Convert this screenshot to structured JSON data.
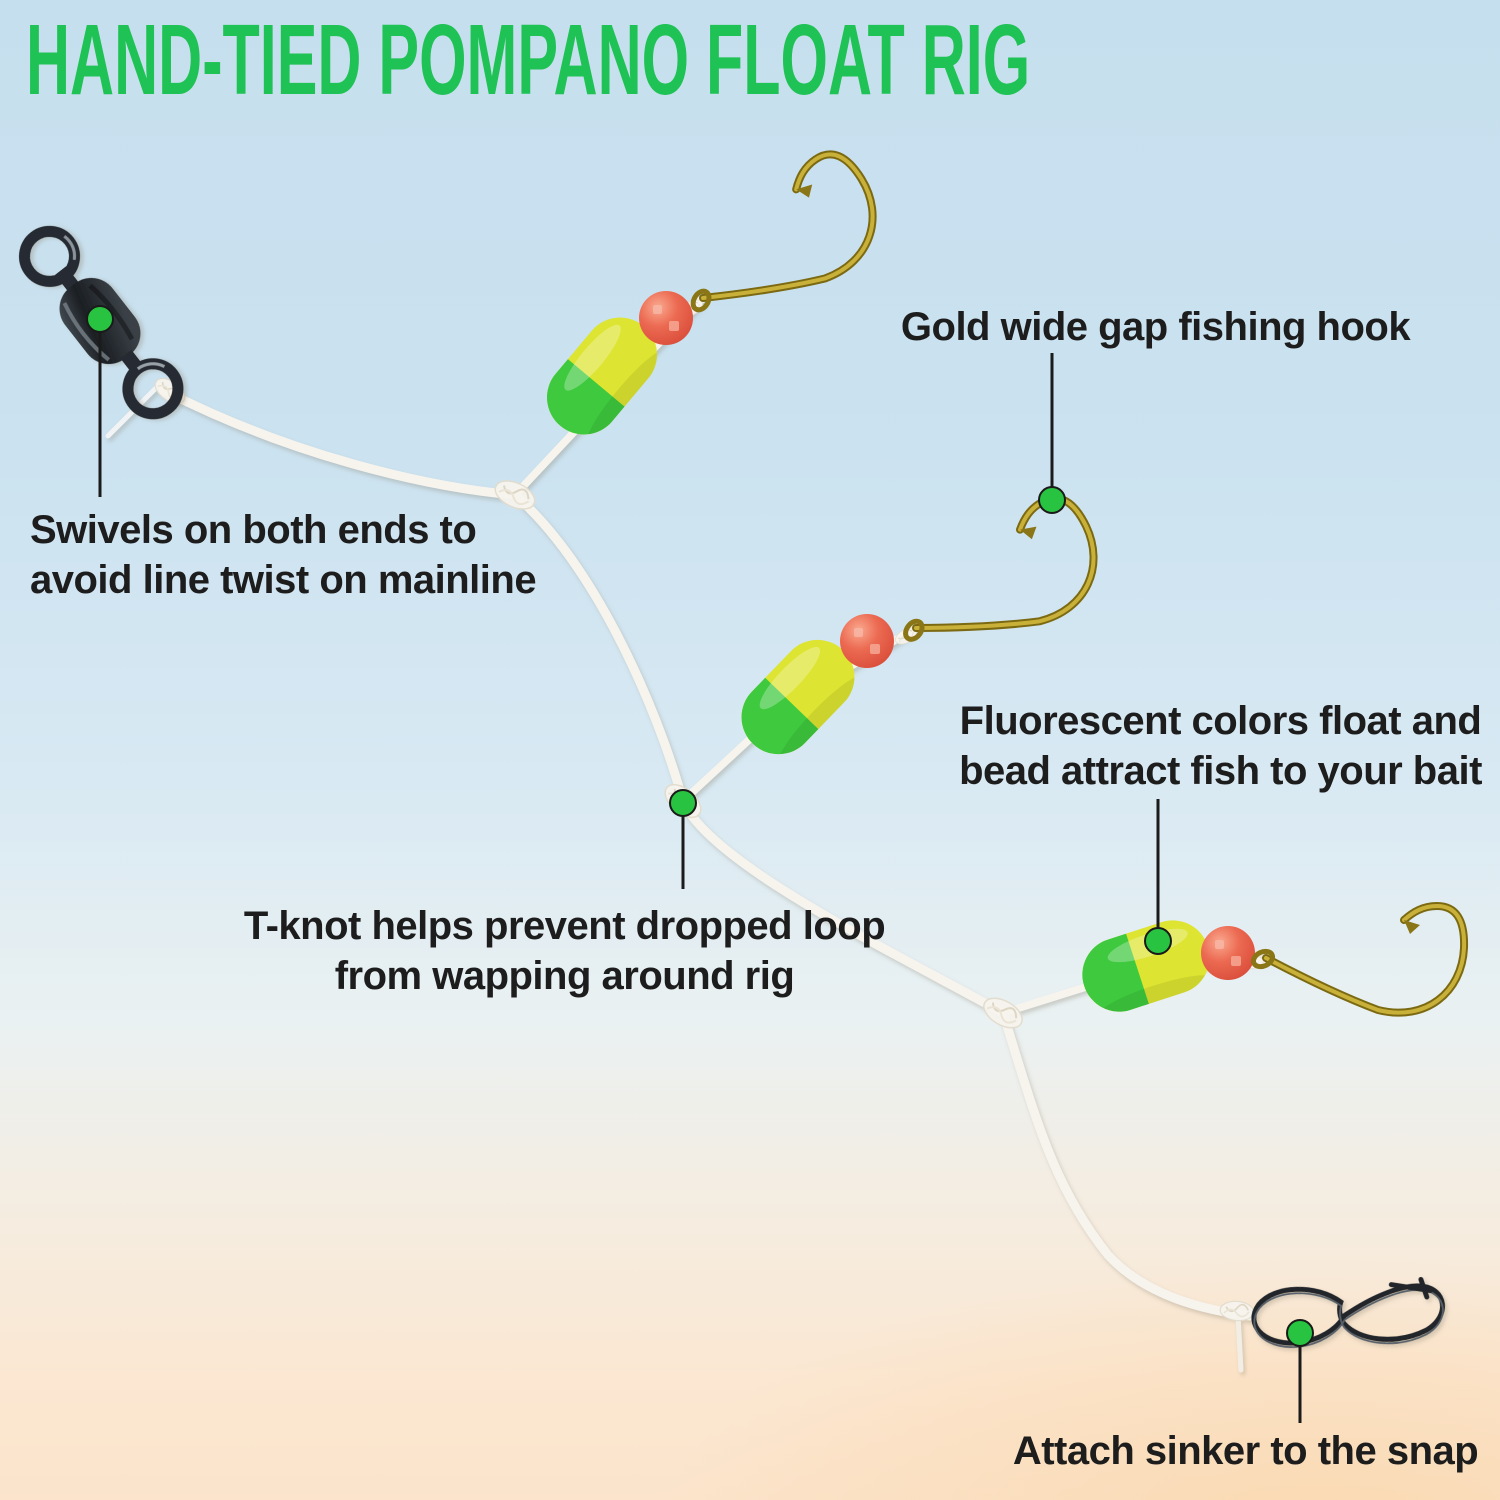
{
  "title": {
    "text": "HAND-TIED POMPANO FLOAT RIG",
    "color": "#1fc254"
  },
  "callouts": {
    "swivel": {
      "label": "Swivels on both ends to\navoid line twist on mainline"
    },
    "hook": {
      "label": "Gold wide gap fishing hook"
    },
    "float": {
      "label": "Fluorescent colors float and\nbead attract fish to your bait"
    },
    "tknot": {
      "label": "T-knot helps prevent dropped loop\nfrom wapping around rig"
    },
    "snap": {
      "label": "Attach sinker to the snap"
    }
  },
  "rig_parts": [
    "barrel-swivel",
    "mono-line",
    "t-knot",
    "pompano-float",
    "red-bead",
    "gold-wide-gap-hook",
    "duolock-snap"
  ],
  "colors": {
    "title_green": "#1fc254",
    "callout_dot_green": "#28c340",
    "label_text": "#1d1d1d",
    "background_top": "#c6dfee",
    "background_bottom": "#fbe4cb",
    "float_yellow": "#dde431",
    "float_green": "#3ec93e",
    "bead_red": "#e8604c",
    "hook_gold": "#b49a24",
    "line_white": "#f7f4ee",
    "hardware_dark": "#262b30"
  }
}
